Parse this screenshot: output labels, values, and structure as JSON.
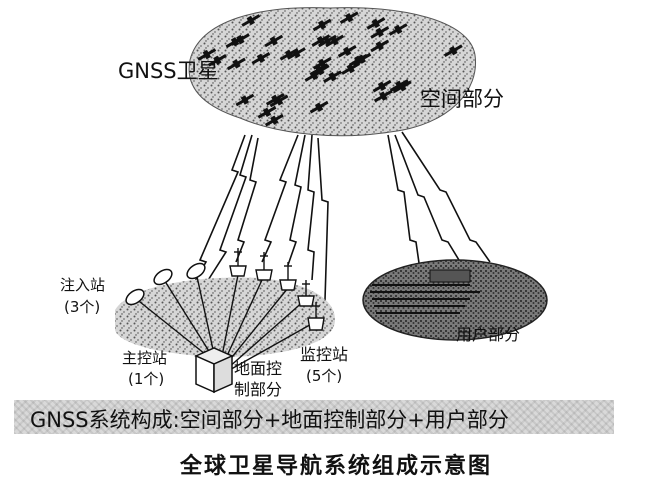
{
  "labels": {
    "gnss_satellite": "GNSS卫星",
    "space_segment": "空间部分",
    "injection_station": "注入站",
    "injection_count": "(3个)",
    "master_station": "主控站",
    "master_count": "(1个)",
    "ground_segment_line1": "地面控",
    "ground_segment_line2": "制部分",
    "monitor_station": "监控站",
    "monitor_count": "(5个)",
    "user_segment": "用户部分"
  },
  "composition_line": "GNSS系统构成:空间部分+地面控制部分+用户部分",
  "caption": "全球卫星导航系统组成示意图",
  "colors": {
    "ink": "#111111",
    "stipple": "#cfcfcf",
    "band": "#d9d9d9"
  }
}
